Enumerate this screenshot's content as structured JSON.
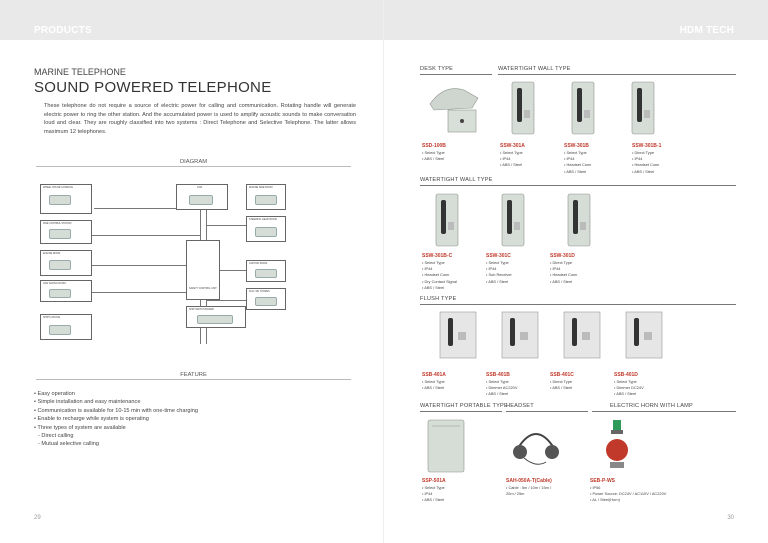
{
  "header": {
    "left": "PRODUCTS",
    "right": "HDM TECH"
  },
  "left_page": {
    "subtitle": "MARINE TELEPHONE",
    "title": "SOUND POWERED TELEPHONE",
    "intro": "These telephone do not require a source of electric power for calling and communication. Rotating handle will generate electric power to ring the other station. And the accumulated power is used to amplify acoustic sounds to make conversation loud and clear. They are roughly classified into two systems : Direct Telephone and Selective Telephone. The latter allows maximum 12 telephones.",
    "diagram_heading": "DIAGRAM",
    "diagram_labels": [
      "WHEEL HOUSE CONSOLE",
      "CCR",
      "ENGINE SIDE ROOM",
      "FIRE CONTROL STATION",
      "ENGINE ROOM",
      "STEERING GEAR ROOM",
      "SAFETY CONTROL UNIT",
      "CAPTAIN ROOM",
      "FULL SB. STORES",
      "LIFE SAVING ROOM",
      "SHIP'S OFFICE",
      "SHIP SWITCH BOARD"
    ],
    "feature_heading": "FEATURE",
    "features": [
      "• Easy operation",
      "• Simple installation and easy maintenance",
      "• Communication is available for 10-15 min with one-time charging",
      "• Enable to recharge while system is operating",
      "• Three types of system are available"
    ],
    "feature_subitems": [
      "- Direct calling",
      "- Mutual selective calling"
    ],
    "page_no": "29"
  },
  "right_page": {
    "sections": {
      "desk": "DESK TYPE",
      "wall_top": "WATERTIGHT WALL TYPE",
      "wall": "WATERTIGHT WALL TYPE",
      "flush": "FLUSH TYPE",
      "portable": "WATERTIGHT PORTABLE TYPE",
      "headset": "HEADSET",
      "horn": "ELECTRIC HORN WITH LAMP"
    },
    "products": [
      {
        "name": "SSD-100B",
        "specs": [
          "• Select Type",
          "• ABS / Steel"
        ]
      },
      {
        "name": "SSW-301A",
        "specs": [
          "• Select Type",
          "• IP44",
          "• ABS / Steel"
        ]
      },
      {
        "name": "SSW-301B",
        "specs": [
          "• Select Type",
          "• IP44",
          "• Headset Conn",
          "• ABS / Steel"
        ]
      },
      {
        "name": "SSW-301B-1",
        "specs": [
          "• Direct Type",
          "• IP44",
          "• Headset Conn",
          "• ABS / Steel"
        ]
      },
      {
        "name": "SSW-301B-C",
        "specs": [
          "• Select Type",
          "• IP44",
          "• Headset Conn",
          "• Dry Contact Signal",
          "• ABS / Steel"
        ]
      },
      {
        "name": "SSW-301C",
        "specs": [
          "• Select Type",
          "• IP44",
          "• Sub Receiver",
          "• ABS / Steel"
        ]
      },
      {
        "name": "SSW-301D",
        "specs": [
          "• Direct Type",
          "• IP44",
          "• Headset Conn",
          "• ABS / Steel"
        ]
      },
      {
        "name": "SSB-401A",
        "specs": [
          "• Select Type",
          "• ABS / Steel"
        ]
      },
      {
        "name": "SSB-401B",
        "specs": [
          "• Select Type",
          "• Dimmer AC220V",
          "• ABS / Steel"
        ]
      },
      {
        "name": "SSB-401C",
        "specs": [
          "• Direct Type",
          "• ABS / Steel"
        ]
      },
      {
        "name": "SSB-401D",
        "specs": [
          "• Select Type",
          "• Dimmer DC24V",
          "• ABS / Steel"
        ]
      },
      {
        "name": "SSP-501A",
        "specs": [
          "• Select Type",
          "• IP44",
          "• ABS / Steel"
        ]
      },
      {
        "name": "SAH-050A-T(Cable)",
        "specs": [
          "• Cable : 5m / 10m / 15m /",
          "  20m / 25m"
        ]
      },
      {
        "name": "SEB-P-WS",
        "specs": [
          "• IP56",
          "• Power Source: DC24V / AC110V / AC220V",
          "• AL / Steel(Horn)"
        ]
      }
    ],
    "page_no": "30"
  },
  "colors": {
    "accent_red": "#c0392b",
    "topbar": "#e9e9e9",
    "phone_body": "#d6dcd6"
  }
}
